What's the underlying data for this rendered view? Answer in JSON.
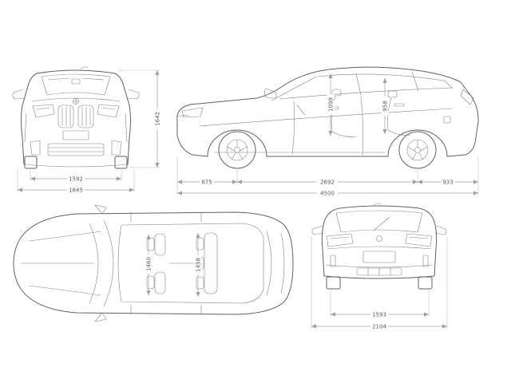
{
  "diagram": {
    "front_view": {
      "track": "1592",
      "overall_width": "1845",
      "height": "1642"
    },
    "side_view": {
      "front_overhang": "875",
      "wheelbase": "2692",
      "rear_overhang": "933",
      "overall_length": "4500",
      "front_headroom": "1099",
      "rear_headroom": "958"
    },
    "top_view": {
      "front_cabin_width": "1460",
      "rear_cabin_width": "1458"
    },
    "rear_view": {
      "rear_track": "1593",
      "width_incl_mirrors": "2104"
    }
  },
  "colors": {
    "body_line": "#5d6268",
    "detail_line": "#7e848b",
    "dimension_line": "#9aa0a6",
    "dimension_text": "#555a60",
    "background": "#ffffff"
  }
}
